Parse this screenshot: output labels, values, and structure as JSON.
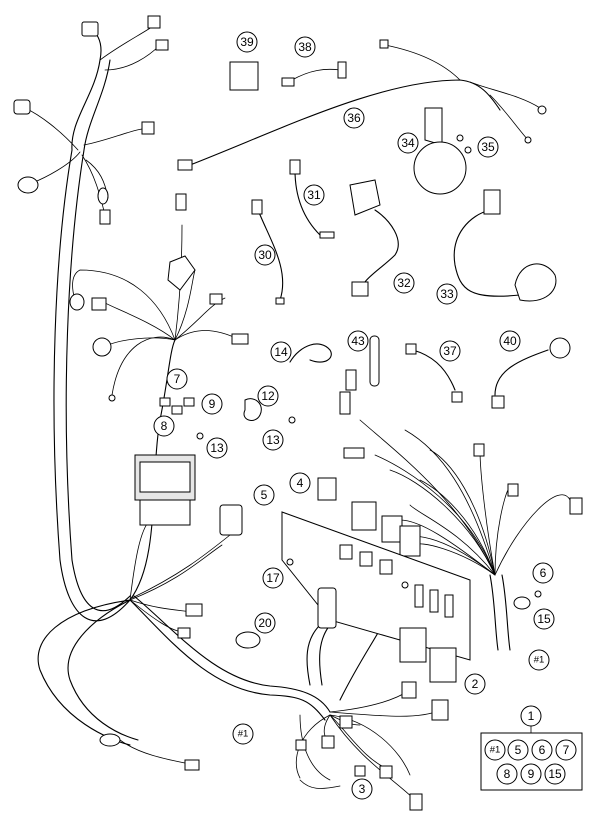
{
  "callouts": [
    {
      "id": "c1",
      "label": "1"
    },
    {
      "id": "c2",
      "label": "2"
    },
    {
      "id": "c3",
      "label": "3"
    },
    {
      "id": "c4",
      "label": "4"
    },
    {
      "id": "c5",
      "label": "5"
    },
    {
      "id": "c6",
      "label": "6"
    },
    {
      "id": "c7",
      "label": "7"
    },
    {
      "id": "c8",
      "label": "8"
    },
    {
      "id": "c9",
      "label": "9"
    },
    {
      "id": "c12",
      "label": "12"
    },
    {
      "id": "c13a",
      "label": "13"
    },
    {
      "id": "c13b",
      "label": "13"
    },
    {
      "id": "c14",
      "label": "14"
    },
    {
      "id": "c15",
      "label": "15"
    },
    {
      "id": "c17",
      "label": "17"
    },
    {
      "id": "c20",
      "label": "20"
    },
    {
      "id": "c30",
      "label": "30"
    },
    {
      "id": "c31",
      "label": "31"
    },
    {
      "id": "c32",
      "label": "32"
    },
    {
      "id": "c33",
      "label": "33"
    },
    {
      "id": "c34",
      "label": "34"
    },
    {
      "id": "c35",
      "label": "35"
    },
    {
      "id": "c36",
      "label": "36"
    },
    {
      "id": "c37",
      "label": "37"
    },
    {
      "id": "c38",
      "label": "38"
    },
    {
      "id": "c39",
      "label": "39"
    },
    {
      "id": "c40",
      "label": "40"
    },
    {
      "id": "c43",
      "label": "43"
    },
    {
      "id": "cH1",
      "label": "#1"
    },
    {
      "id": "cH2",
      "label": "#1"
    }
  ],
  "kit": {
    "title": "1",
    "items": [
      "#1",
      "5",
      "6",
      "7",
      "8",
      "9",
      "15"
    ]
  }
}
